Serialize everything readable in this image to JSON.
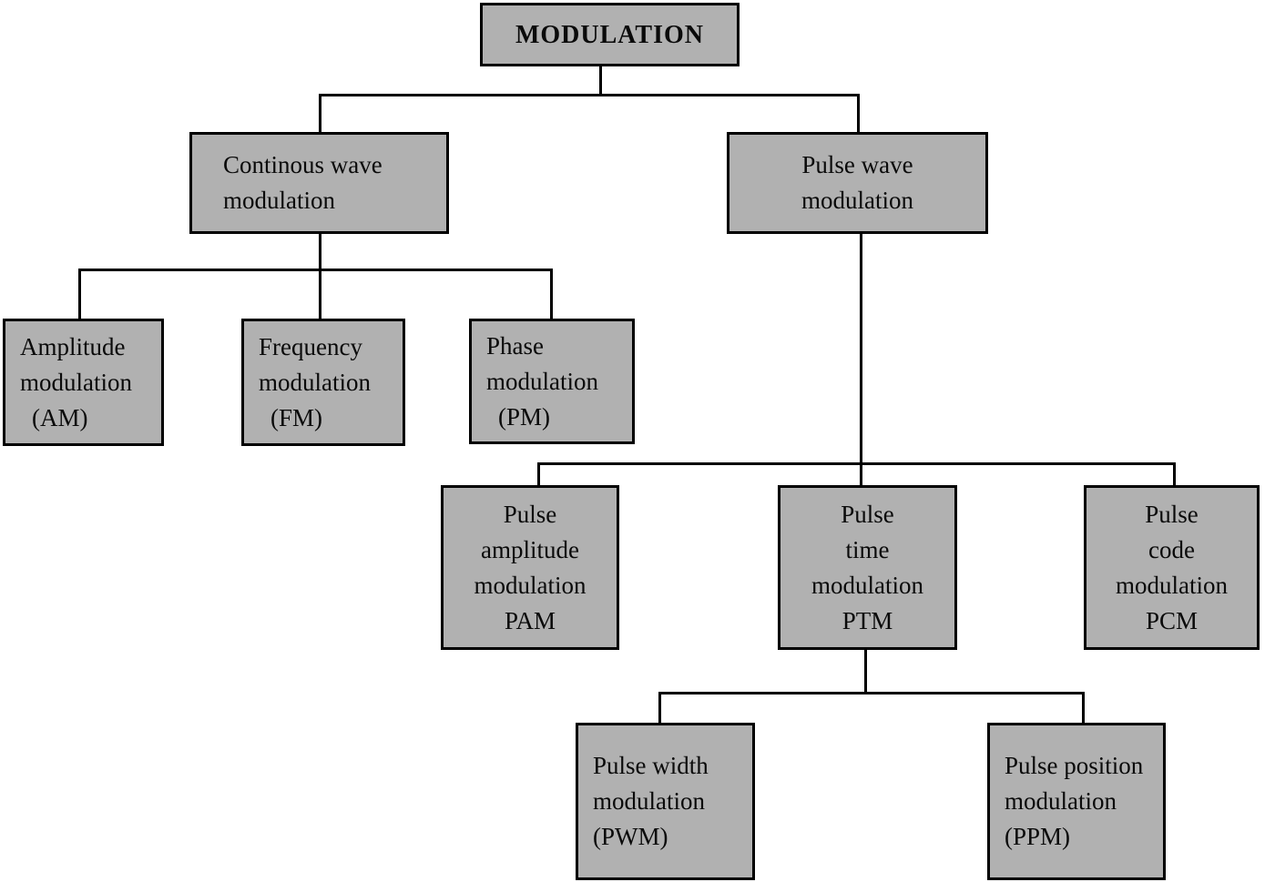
{
  "diagram": {
    "type": "tree",
    "title": "MODULATION",
    "colors": {
      "box_fill": "#b1b1b1",
      "box_border": "#000000",
      "connector": "#000000",
      "background": "#ffffff",
      "text": "#0a0a0a"
    },
    "nodes": {
      "modulation": {
        "lines": [
          "MODULATION"
        ]
      },
      "cw": {
        "lines": [
          "Continous wave",
          "modulation"
        ]
      },
      "pw": {
        "lines": [
          "Pulse wave",
          "modulation"
        ]
      },
      "am": {
        "lines": [
          "Amplitude",
          "modulation",
          "(AM)"
        ]
      },
      "fm": {
        "lines": [
          "Frequency",
          "modulation",
          "(FM)"
        ]
      },
      "pm": {
        "lines": [
          "Phase",
          "modulation",
          "(PM)"
        ]
      },
      "pam": {
        "lines": [
          "Pulse",
          "amplitude",
          "modulation",
          "PAM"
        ]
      },
      "ptm": {
        "lines": [
          "Pulse",
          "time",
          "modulation",
          "PTM"
        ]
      },
      "pcm": {
        "lines": [
          "Pulse",
          "code",
          "modulation",
          "PCM"
        ]
      },
      "pwm": {
        "lines": [
          "Pulse width",
          "modulation",
          "(PWM)"
        ]
      },
      "ppm": {
        "lines": [
          "Pulse position",
          "modulation",
          "(PPM)"
        ]
      }
    },
    "edges": [
      "modulation->cw",
      "modulation->pw",
      "cw->am",
      "cw->fm",
      "cw->pm",
      "pw->pam",
      "pw->ptm",
      "pw->pcm",
      "ptm->pwm",
      "ptm->ppm"
    ]
  }
}
